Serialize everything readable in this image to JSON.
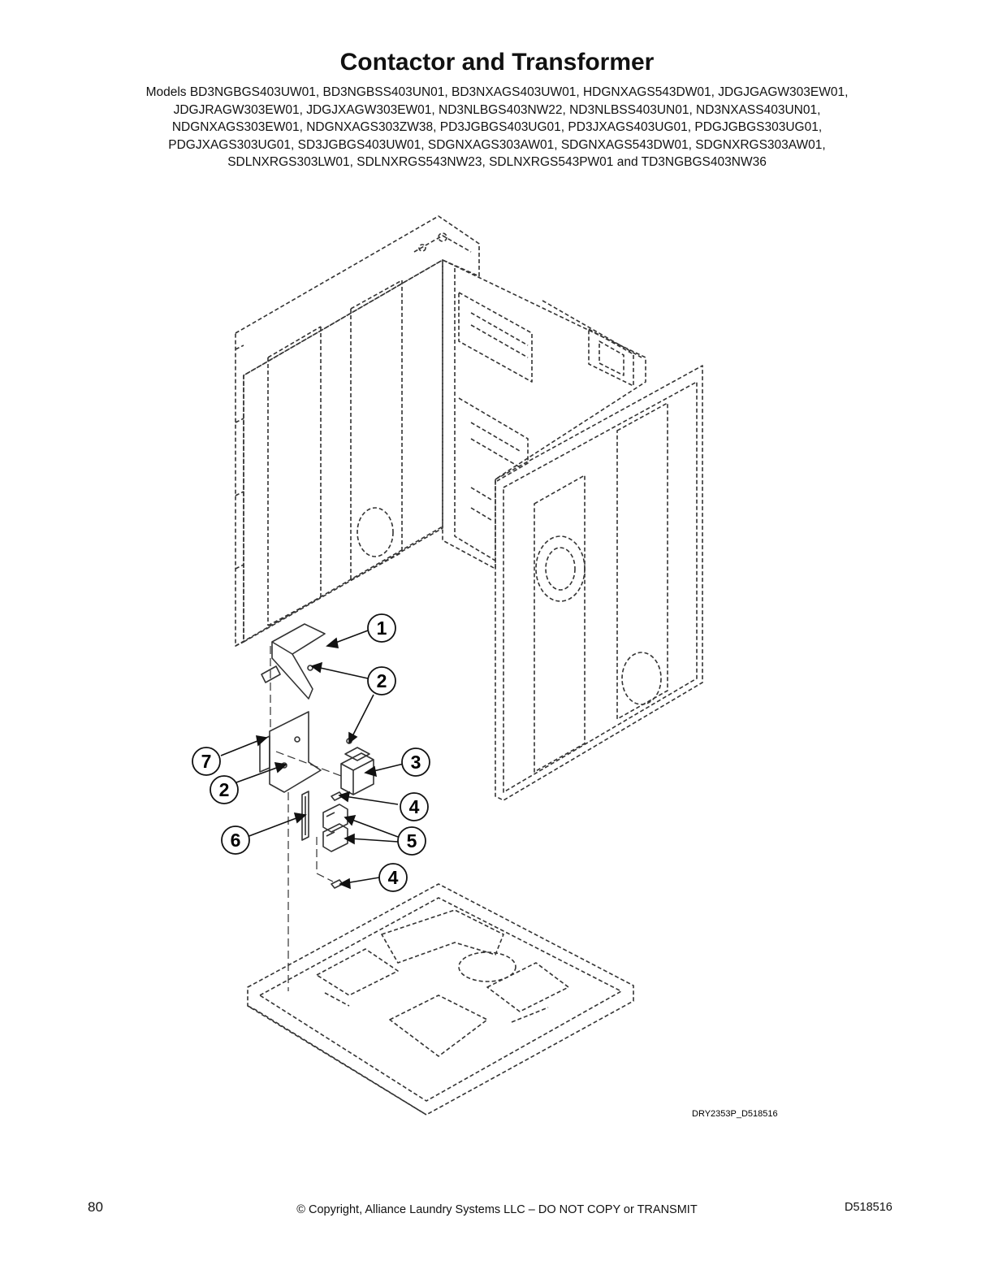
{
  "page": {
    "title": "Contactor and Transformer",
    "models_lines": [
      "Models BD3NGBGS403UW01, BD3NGBSS403UN01, BD3NXAGS403UW01, HDGNXAGS543DW01, JDGJGAGW303EW01,",
      "JDGJRAGW303EW01, JDGJXAGW303EW01, ND3NLBGS403NW22, ND3NLBSS403UN01, ND3NXASS403UN01,",
      "NDGNXAGS303EW01, NDGNXAGS303ZW38, PD3JGBGS403UG01, PD3JXAGS403UG01, PDGJGBGS303UG01,",
      "PDGJXAGS303UG01, SD3JGBGS403UW01, SDGNXAGS303AW01, SDGNXAGS543DW01, SDGNXRGS303AW01,",
      "SDLNXRGS303LW01, SDLNXRGS543NW23, SDLNXRGS543PW01 and TD3NGBGS403NW36"
    ]
  },
  "diagram": {
    "callouts": [
      {
        "id": "c1",
        "label": "1"
      },
      {
        "id": "c2a",
        "label": "2"
      },
      {
        "id": "c3",
        "label": "3"
      },
      {
        "id": "c7",
        "label": "7"
      },
      {
        "id": "c2b",
        "label": "2"
      },
      {
        "id": "c4a",
        "label": "4"
      },
      {
        "id": "c6",
        "label": "6"
      },
      {
        "id": "c5",
        "label": "5"
      },
      {
        "id": "c4b",
        "label": "4"
      }
    ],
    "figure_code": "DRY2353P_D518516"
  },
  "footer": {
    "page_number": "80",
    "copyright": "© Copyright, Alliance Laundry Systems LLC – DO NOT COPY or TRANSMIT",
    "doc_number": "D518516"
  }
}
